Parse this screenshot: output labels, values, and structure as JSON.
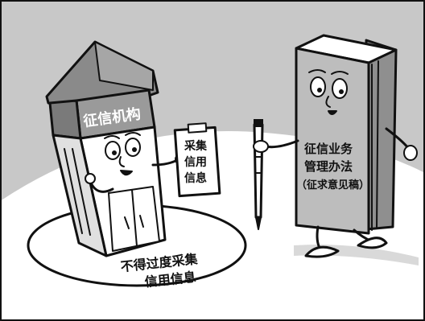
{
  "agency": {
    "sign": "征信机构"
  },
  "clipboard": {
    "lines": [
      "采集",
      "信用",
      "信息"
    ]
  },
  "book": {
    "title_lines": [
      "征信业务",
      "管理办法",
      "（征求意见稿）"
    ]
  },
  "circle_slogan": {
    "lines": [
      "不得过度采集",
      "信用信息"
    ]
  },
  "colors": {
    "ink": "#111111",
    "sky": "#c8c8c8",
    "ground_shade": "#d9d9d9",
    "paper": "#ffffff",
    "roof": "#8a8a8a",
    "sign_band": "#9a9a9a",
    "book_cover": "#bdbdbd"
  }
}
